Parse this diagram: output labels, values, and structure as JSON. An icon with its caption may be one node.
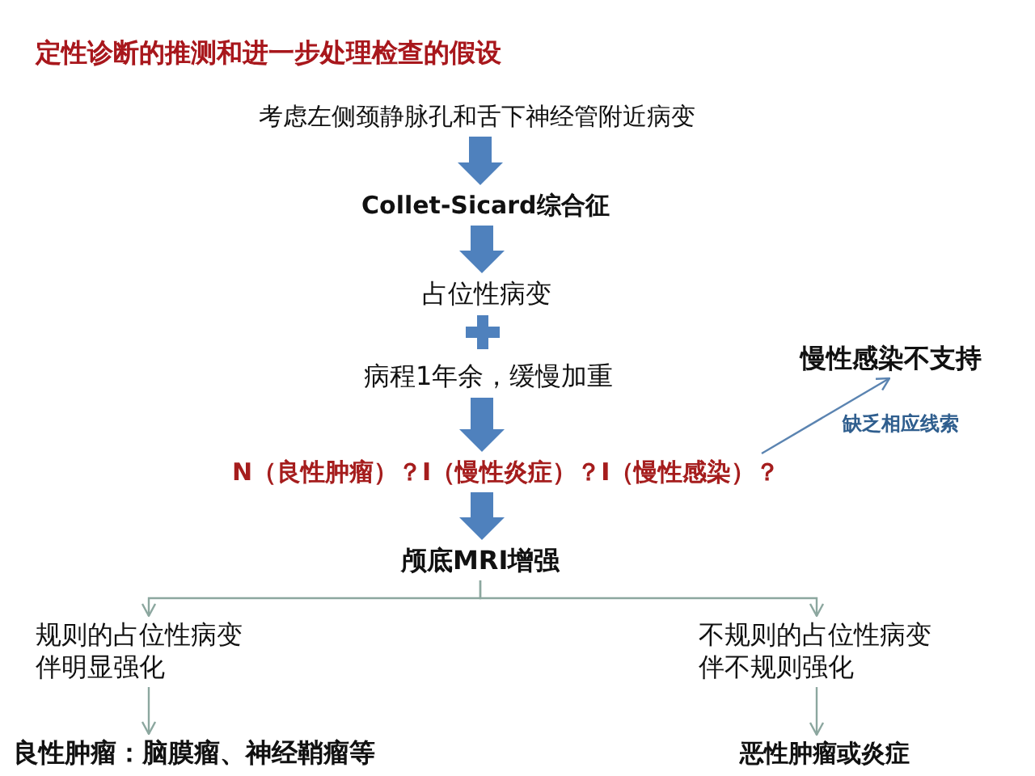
{
  "diagram": {
    "title": "定性诊断的推测和进一步处理检查的假设",
    "nodes": [
      {
        "text": [
          "考虑左侧颈静脉孔和舌下神经管附近病变"
        ]
      },
      {
        "text": [
          "Collet-Sicard综合征"
        ]
      },
      {
        "text": [
          "占位性病变"
        ]
      },
      {
        "text": [
          "病程1年余，缓慢加重"
        ]
      },
      {
        "text": [
          "N（良性肿瘤）？I（慢性炎症）？I（慢性感染）？"
        ]
      },
      {
        "text": [
          "慢性感染不支持"
        ]
      },
      {
        "text": [
          "颅底MRI增强"
        ]
      },
      {
        "text": [
          "规则的占位性病变伴明显强化"
        ]
      },
      {
        "text": [
          "不规则的占位性病变伴不规则强化"
        ]
      },
      {
        "text": [
          "良性肿瘤：脑膜瘤、神经鞘瘤等"
        ]
      },
      {
        "text": [
          "恶性肿瘤或炎症"
        ]
      }
    ],
    "edges": [
      {
        "from": 0,
        "to": 1,
        "arrow": "to",
        "style": "thick",
        "color": "#4f81bd"
      },
      {
        "from": 1,
        "to": 2,
        "arrow": "to",
        "style": "thick",
        "color": "#4f81bd"
      },
      {
        "from": 3,
        "to": 4,
        "arrow": "to",
        "style": "thick",
        "color": "#4f81bd"
      },
      {
        "from": 4,
        "to": 5,
        "arrow": "to",
        "label": "缺乏相应线索",
        "color": "#5b84b1"
      },
      {
        "from": 4,
        "to": 6,
        "arrow": "to",
        "style": "thick",
        "color": "#4f81bd"
      },
      {
        "from": 6,
        "to": 7,
        "arrow": "to"
      },
      {
        "from": 6,
        "to": 8,
        "arrow": "to"
      },
      {
        "from": 7,
        "to": 9,
        "arrow": "to"
      },
      {
        "from": 8,
        "to": 10,
        "arrow": "to"
      }
    ]
  }
}
